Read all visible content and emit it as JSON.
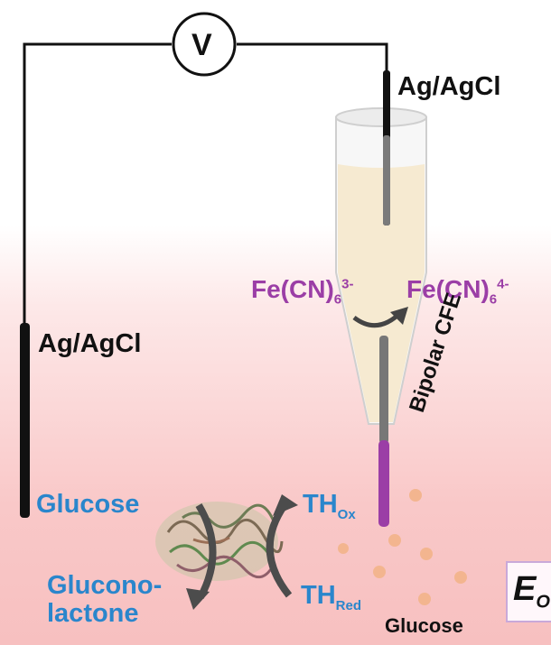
{
  "labels": {
    "voltmeter": "V",
    "ref_top": "Ag/AgCl",
    "ref_left": "Ag/AgCl",
    "fe3_main": "Fe(CN)",
    "fe3_sub": "6",
    "fe3_sup": "3-",
    "fe4_main": "Fe(CN)",
    "fe4_sub": "6",
    "fe4_sup": "4-",
    "bipolar": "Bipolar CFE",
    "glucose_left": "Glucose",
    "gluconolactone_1": "Glucono-",
    "gluconolactone_2": "lactone",
    "th_ox_main": "TH",
    "th_ox_sub": "Ox",
    "th_red_main": "TH",
    "th_red_sub": "Red",
    "glucose_bottom": "Glucose",
    "eo_main": "E",
    "eo_sub": "O"
  },
  "colors": {
    "blue": "#2a86cc",
    "purple": "#9b3ea6",
    "dots": "#f3b58f",
    "tube_fill": "#f6ead1",
    "electrode": "#111111"
  }
}
